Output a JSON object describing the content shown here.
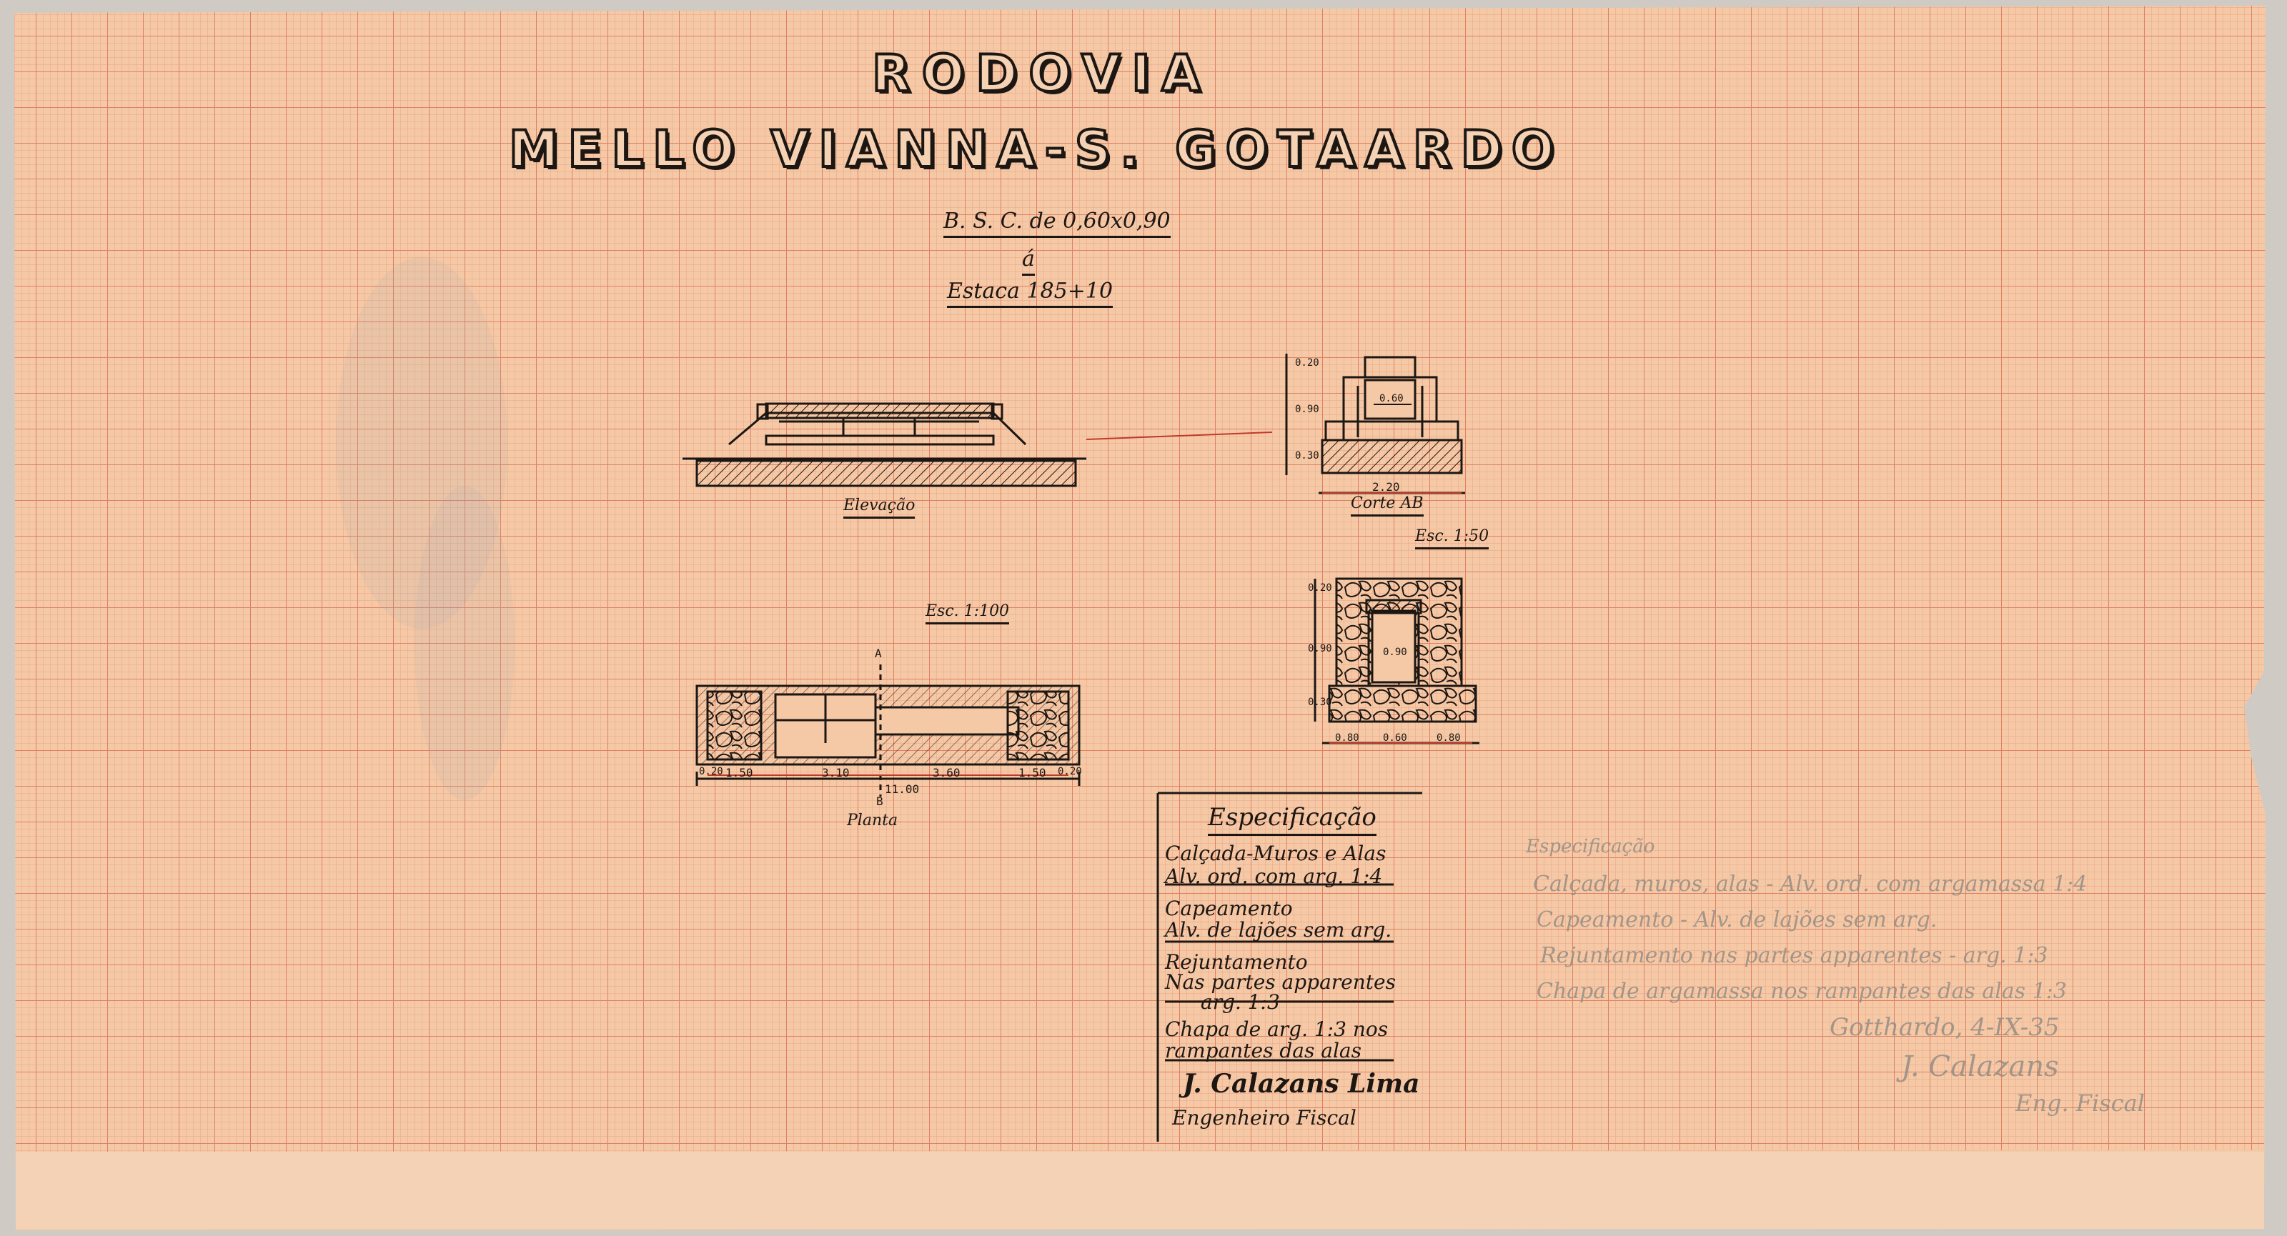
{
  "title": {
    "line1": "RODOVIA",
    "line2": "MELLO VIANNA-S. GOTAARDO"
  },
  "subtitle": {
    "bsc": "B. S. C. de 0,60x0,90",
    "a": "á",
    "estaca": "Estaca 185+10"
  },
  "views": {
    "elevacao": "Elevação",
    "corte": "Corte AB",
    "planta": "Planta",
    "esc_100": "Esc. 1:100",
    "esc_50": "Esc. 1:50"
  },
  "dimensions": {
    "corte_width": "2.20",
    "corte_inner": "0.60",
    "corte_left_1": "0.20",
    "corte_left_2": "0.90",
    "corte_left_3": "0.30",
    "section_left_1": "0.20",
    "section_left_2": "0.90",
    "section_left_3": "0.30",
    "section_inner": "0.90",
    "section_bottom_mid": "0.60",
    "section_bottom_left": "0.80",
    "section_bottom_right": "0.80",
    "planta_total": "11.00",
    "planta_1": "1.50",
    "planta_2": "3.10",
    "planta_3": "3.60",
    "planta_4": "1.50",
    "planta_end_left": "0.20",
    "planta_end_right": "0.20",
    "planta_mark_a": "A",
    "planta_mark_b": "B"
  },
  "specification": {
    "heading": "Especificação",
    "item1_title": "Calçada-Muros e Alas",
    "item1_detail": "Alv. ord. com arg. 1:4",
    "item2_title": "Capeamento",
    "item2_detail": "Alv. de lajões sem arg.",
    "item3_title": "Rejuntamento",
    "item3_detail_1": "Nas partes apparentes",
    "item3_detail_2": "arg. 1:3",
    "item4_line1": "Chapa de arg. 1:3 nos",
    "item4_line2": "rampantes das alas",
    "signature": "J. Calazans Lima",
    "role": "Engenheiro Fiscal"
  },
  "pencil_notes": {
    "heading": "Especificação",
    "line1": "Calçada, muros, alas - Alv. ord. com argamassa 1:4",
    "line2": "Capeamento - Alv. de lajões sem arg.",
    "line3": "Rejuntamento nas partes apparentes - arg. 1:3",
    "line4": "Chapa de argamassa nos rampantes das alas 1:3",
    "date": "Gotthardo, 4-IX-35",
    "signature": "J. Calazans",
    "initials": "Eng. Fiscal"
  },
  "colors": {
    "paper": "#f5c9a6",
    "grid": "#e88e74",
    "ink": "#1d1713",
    "pencil": "#8f8a83",
    "red_ink": "#c0392b"
  }
}
